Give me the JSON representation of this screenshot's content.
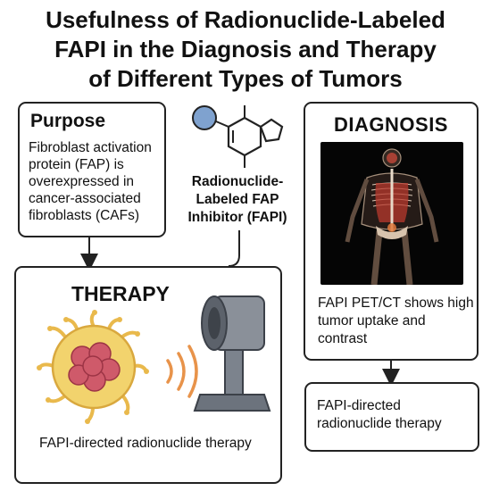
{
  "title": {
    "line1": "Usefulness of Radionuclide-Labeled",
    "line2": "FAPI in the Diagnosis and Therapy",
    "line3": "of Different Types of Tumors"
  },
  "purpose": {
    "heading": "Purpose",
    "text": "Fibroblast activation protein (FAP) is overexpressed in cancer-associated fibroblasts (CAFs)"
  },
  "inhibitor": {
    "line1": "Radionuclide-",
    "line2": "Labeled FAP",
    "line3": "Inhibitor (FAPI)"
  },
  "diagnosis": {
    "heading": "DIAGNOSIS",
    "text": "FAPI PET/CT shows high tumor uptake and contrast"
  },
  "therapy": {
    "heading": "THERAPY",
    "text": "FAPI-directed radionuclide therapy"
  },
  "result": {
    "text": "FAPI-directed radionuclide therapy"
  },
  "colors": {
    "molecule_circle": "#7fa2cf",
    "cell_body": "#f2d36d",
    "cell_core": "#cf5a6a",
    "waves": "#e8934a",
    "machine": "#6c737d"
  },
  "icons": [
    "molecule-icon",
    "pet-scan-image",
    "cell-icon",
    "radiation-waves-icon",
    "therapy-machine-icon"
  ]
}
